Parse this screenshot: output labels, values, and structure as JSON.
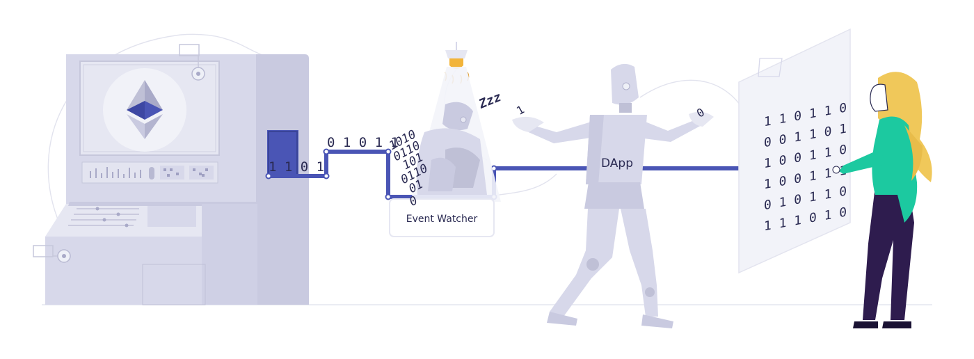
{
  "colors": {
    "wire": "#4a55b5",
    "machine": "#d7d8ea",
    "machine_light": "#e6e7f2",
    "robot": "#c9cae0",
    "text": "#2a2a52",
    "blouse": "#1cc9a0",
    "hair": "#f0c85a",
    "pants": "#2e1c4e",
    "bulb": "#f2b43a"
  },
  "icons": [
    "ethereum-logo-icon",
    "light-bulb-icon",
    "sleep-zzz-icon"
  ],
  "machine": {
    "slot_bits": "1 1 0 1"
  },
  "wire": {
    "stream_bits": "0 1 0 1 1"
  },
  "event_watcher": {
    "label": "Event Watcher",
    "sleep_text": "Zzz",
    "pile_lines": [
      "1010",
      "0110",
      "101",
      "0110",
      "01",
      "0"
    ]
  },
  "dapp": {
    "label": "DApp",
    "left_hand_bit": "1",
    "right_hand_bit": "0"
  },
  "screen": {
    "rows": [
      "1 1 0 1 1 0",
      "0 0 1 1 0 1",
      "1 0 0 1 1 0",
      "1 0 0 1 1 1",
      "0 1 0 1 1 0",
      "1 1 1 0 1 0"
    ]
  }
}
